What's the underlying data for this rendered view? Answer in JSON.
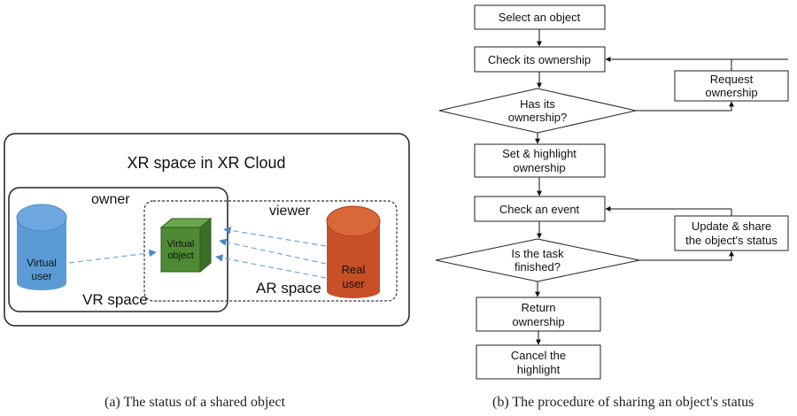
{
  "left_panel": {
    "title": "XR space in XR Cloud",
    "owner_label": "owner",
    "viewer_label": "viewer",
    "vr_space_label": "VR space",
    "ar_space_label": "AR space",
    "virtual_user": [
      "Virtual",
      "user"
    ],
    "virtual_object": [
      "Virtual",
      "object"
    ],
    "real_user": [
      "Real",
      "user"
    ],
    "colors": {
      "virtual_user": "#5b9bd5",
      "virtual_object": "#4e8a34",
      "real_user": "#c85028",
      "arrow": "#6fa8dc"
    },
    "caption": "(a) The status of a shared object"
  },
  "right_panel": {
    "steps": {
      "select": "Select an object",
      "check_ownership": "Check its ownership",
      "has_ownership": [
        "Has its",
        "ownership?"
      ],
      "request_ownership": [
        "Request",
        "ownership"
      ],
      "set_highlight": [
        "Set & highlight",
        "ownership"
      ],
      "check_event": "Check an event",
      "task_finished": [
        "Is the task",
        "finished?"
      ],
      "update_share": [
        "Update & share",
        "the object's status"
      ],
      "return_ownership": [
        "Return",
        "ownership"
      ],
      "cancel_highlight": [
        "Cancel the",
        "highlight"
      ]
    },
    "caption": "(b) The procedure of sharing an object's status"
  }
}
